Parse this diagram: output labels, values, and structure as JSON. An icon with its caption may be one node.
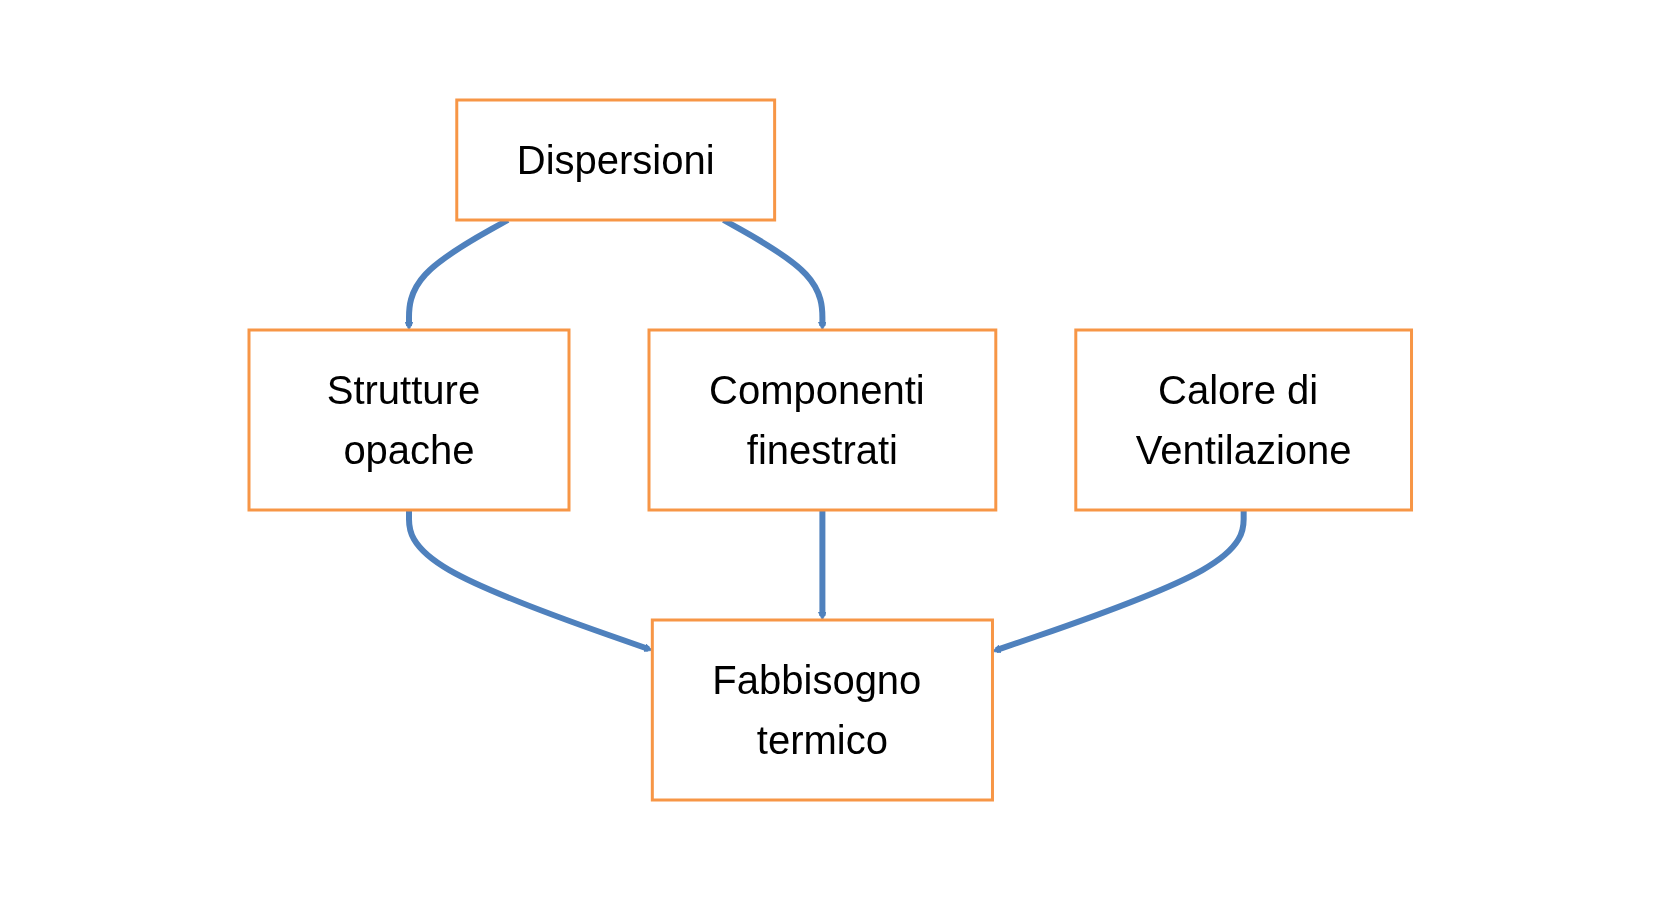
{
  "diagram": {
    "nodes": [
      {
        "text": [
          "Dispersioni"
        ]
      },
      {
        "text": [
          "Calore di Ventilazione"
        ]
      },
      {
        "text": [
          "Strutture opache"
        ]
      },
      {
        "text": [
          "Componenti finestrati"
        ]
      },
      {
        "text": [
          "Fabbisogno termico"
        ]
      }
    ],
    "edges": [
      {
        "from": 0,
        "to": 2,
        "arrow": "to"
      },
      {
        "from": 0,
        "to": 3,
        "arrow": "to"
      },
      {
        "from": 2,
        "to": 4,
        "arrow": "to"
      },
      {
        "from": 3,
        "to": 4,
        "arrow": "to"
      },
      {
        "from": 1,
        "to": 4,
        "arrow": "to"
      }
    ]
  }
}
